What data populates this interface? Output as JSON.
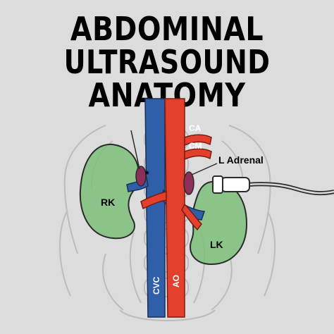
{
  "title": {
    "line1": "ABDOMINAL",
    "line2": "ULTRASOUND",
    "line3": "ANATOMY"
  },
  "labels": {
    "ca": "CA",
    "cm": "CM",
    "l_adrenal": "L Adrenal",
    "rk": "RK",
    "lk": "LK",
    "cvc": "CVC",
    "ao": "AO",
    "asterisk": "*"
  },
  "colors": {
    "background": "#dcdcdc",
    "cvc": "#2f5fa8",
    "aorta": "#e2402c",
    "kidney": "#7dbf7a",
    "adrenal": "#8e2f5a",
    "skeleton_outline": "#b9b9b9"
  }
}
